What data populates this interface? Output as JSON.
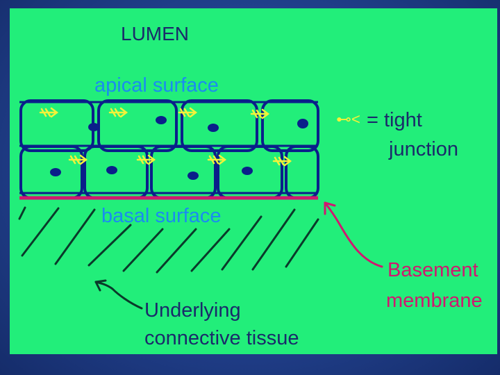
{
  "diagram": {
    "title": "LUMEN",
    "apical_label": "apical surface",
    "basal_label": "basal surface",
    "tight_symbol": "⊷<",
    "tight_label_line1": "= tight",
    "tight_label_line2": "junction",
    "basement_line1": "Basement",
    "basement_line2": "membrane",
    "tissue_line1": "Underlying",
    "tissue_line2": "connective tissue"
  },
  "colors": {
    "background_green": "#22ee7a",
    "cell_outline": "#0a1f8a",
    "nucleus": "#0a1f8a",
    "tight_junction": "#f2f23a",
    "basement_membrane": "#d01870",
    "apical_text": "#1a8cf0",
    "basal_text": "#1a8cf0",
    "label_text": "#1a2a6a",
    "hatch": "#0a3a2a"
  }
}
